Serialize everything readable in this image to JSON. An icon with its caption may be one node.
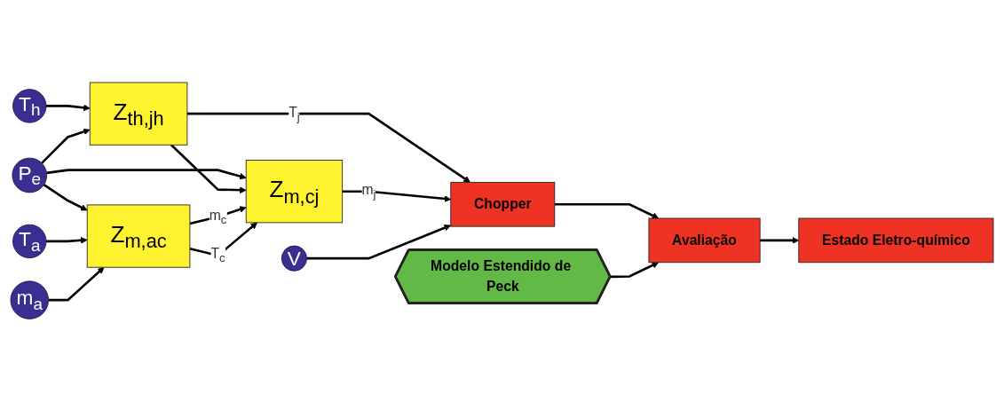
{
  "diagram": {
    "nodes": [
      {
        "text": [
          "T$_{h}$"
        ]
      },
      {
        "text": [
          "P$_{e}$"
        ]
      },
      {
        "text": [
          "T$_{a}$"
        ]
      },
      {
        "text": [
          "m$_{a}$"
        ]
      },
      {
        "text": [
          "Z$_{th,jh}$"
        ]
      },
      {
        "text": [
          "Z$_{m,ac}$"
        ]
      },
      {
        "text": [
          "Z$_{m,cj}$"
        ]
      },
      {
        "text": [
          "V"
        ]
      },
      {
        "text": [
          "Chopper"
        ]
      },
      {
        "text": [
          "Modelo Estendido de Peck"
        ]
      },
      {
        "text": [
          "Avaliação"
        ]
      },
      {
        "text": [
          "Estado Eletro-químico"
        ]
      }
    ],
    "edges": [
      {
        "from": 0,
        "to": 4,
        "arrow": "to"
      },
      {
        "from": 1,
        "to": 4,
        "arrow": "to"
      },
      {
        "from": 1,
        "to": 5,
        "arrow": "to"
      },
      {
        "from": 1,
        "to": 6,
        "arrow": "to"
      },
      {
        "from": 2,
        "to": 5,
        "arrow": "to"
      },
      {
        "from": 3,
        "to": 5,
        "arrow": "to"
      },
      {
        "from": 4,
        "to": 8,
        "arrow": "to",
        "label": "T$_{j}$"
      },
      {
        "from": 4,
        "to": 6,
        "arrow": "to"
      },
      {
        "from": 5,
        "to": 6,
        "arrow": "to",
        "label": "m$_{c}$"
      },
      {
        "from": 5,
        "to": 6,
        "arrow": "to",
        "label": "T$_{c}$"
      },
      {
        "from": 6,
        "to": 8,
        "arrow": "to",
        "label": "m$_{j}$"
      },
      {
        "from": 7,
        "to": 8,
        "arrow": "to"
      },
      {
        "from": 8,
        "to": 10,
        "arrow": "to"
      },
      {
        "from": 9,
        "to": 10,
        "arrow": "to"
      },
      {
        "from": 10,
        "to": 11,
        "arrow": "to"
      }
    ]
  }
}
